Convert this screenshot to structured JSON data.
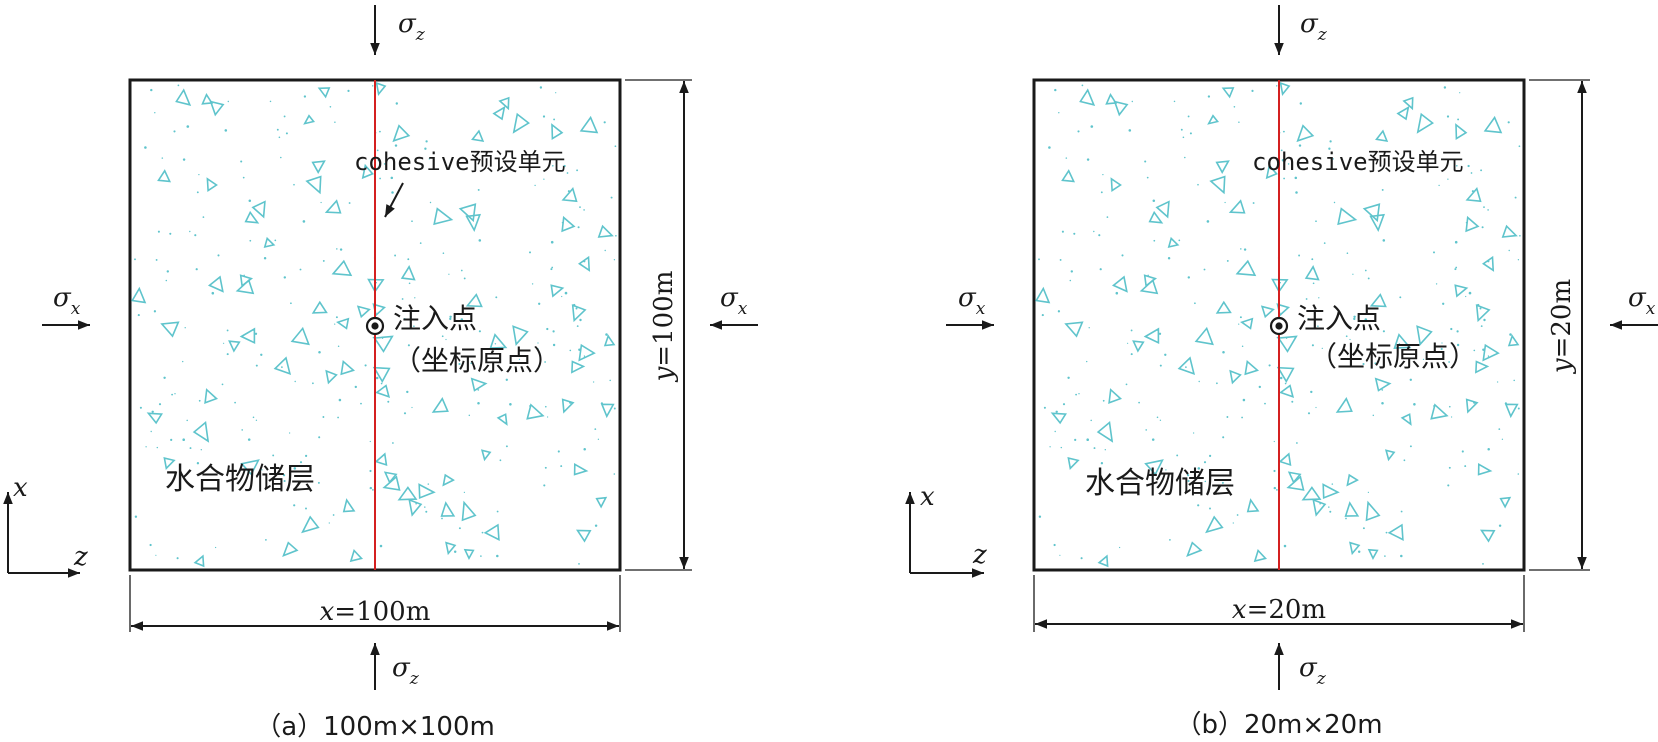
{
  "colors": {
    "stroke": "#1a1a1a",
    "fracture": "#d42020",
    "particle": "#5fc4cc",
    "background": "#ffffff"
  },
  "panels": [
    {
      "id": "a",
      "caption": "（a）100m×100m",
      "dim_x": {
        "var": "x",
        "value": "=100m"
      },
      "dim_y": {
        "var": "y",
        "value": "=100m"
      },
      "stress_z": {
        "symbol": "σ",
        "sub": "z"
      },
      "stress_x": {
        "symbol": "σ",
        "sub": "x"
      },
      "cohesive_label": "cohesive预设单元",
      "injection_label": "注入点",
      "origin_label": "（坐标原点）",
      "reservoir_label": "水合物储层",
      "axis_x": "x",
      "axis_z": "z",
      "has_pointer_arrow": true
    },
    {
      "id": "b",
      "caption": "（b）20m×20m",
      "dim_x": {
        "var": "x",
        "value": "=20m"
      },
      "dim_y": {
        "var": "y",
        "value": "=20m"
      },
      "stress_z": {
        "symbol": "σ",
        "sub": "z"
      },
      "stress_x": {
        "symbol": "σ",
        "sub": "x"
      },
      "cohesive_label": "cohesive预设单元",
      "injection_label": "注入点",
      "origin_label": "（坐标原点）",
      "reservoir_label": "水合物储层",
      "axis_x": "x",
      "axis_z": "z",
      "has_pointer_arrow": false
    }
  ]
}
